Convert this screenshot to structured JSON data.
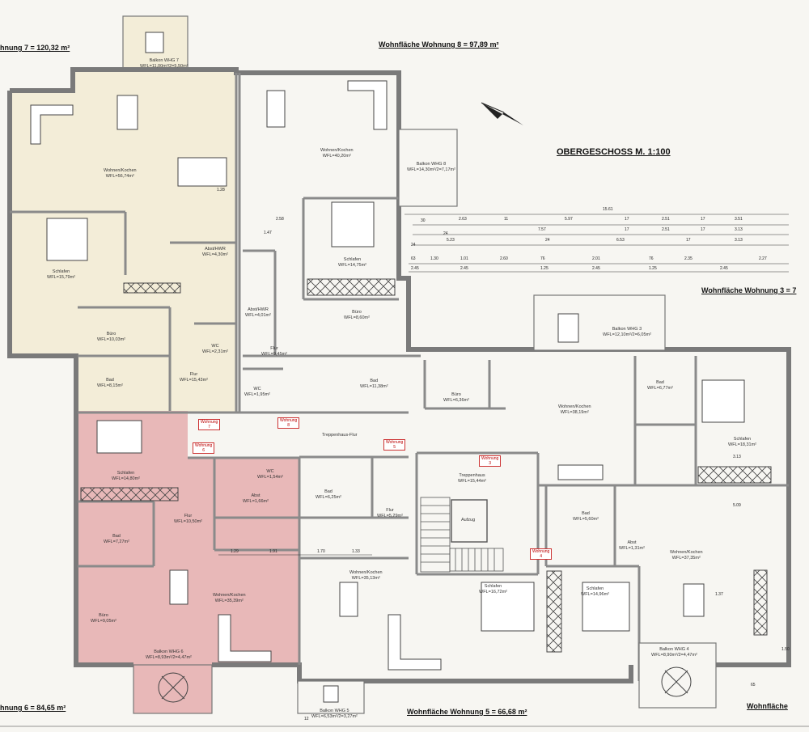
{
  "plan_title": "OBERGESCHOSS  M. 1:100",
  "unit_headings": {
    "w7": "hnung 7 = 120,32 m²",
    "w8": "Wohnfläche Wohnung 8 = 97,89 m²",
    "w3": "Wohnfläche Wohnung 3 = 7",
    "w6": "hnung 6 = 84,65 m²",
    "w5": "Wohnfläche Wohnung 5 = 66,68 m²",
    "w4": "Wohnfläche"
  },
  "rooms": {
    "w7_wohnen": [
      "Wohnen/Kochen",
      "WFL=56,74m²"
    ],
    "w7_schlafen": [
      "Schlafen",
      "WFL=15,79m²"
    ],
    "w7_abst": [
      "Abst/HWR",
      "WFL=4,30m²"
    ],
    "w7_buero": [
      "Büro",
      "WFL=10,03m²"
    ],
    "w7_wc": [
      "WC",
      "WFL=2,31m²"
    ],
    "w7_bad": [
      "Bad",
      "WFL=8,15m²"
    ],
    "w7_flur": [
      "Flur",
      "WFL=15,43m²"
    ],
    "w7_balkon": [
      "Balkon WHG 7",
      "WFL=11,00m²/2=5,50m²"
    ],
    "w8_wohnen": [
      "Wohnen/Kochen",
      "WFL=40,20m²"
    ],
    "w8_balkon": [
      "Balkon WHG 8",
      "WFL=14,30m²/2=7,17m²"
    ],
    "w8_schlafen": [
      "Schlafen",
      "WFL=14,75m²"
    ],
    "w8_abst": [
      "Abst/HWR",
      "WFL=4,01m²"
    ],
    "w8_buero": [
      "Büro",
      "WFL=8,60m²"
    ],
    "w8_flur": [
      "Flur",
      "WFL=9,45m²"
    ],
    "w8_wc": [
      "WC",
      "WFL=1,95m²"
    ],
    "w8_bad": [
      "Bad",
      "WFL=11,38m²"
    ],
    "treppenhaus_flur": [
      "Treppenhaus-Flur"
    ],
    "treppenhaus": [
      "Treppenhaus",
      "WFL=15,44m²"
    ],
    "aufzug": [
      "Aufzug"
    ],
    "w3_balkon": [
      "Balkon WHG 3",
      "WFL=12,10m²/2=6,05m²"
    ],
    "w3_buero": [
      "Büro",
      "WFL=6,36m²"
    ],
    "w3_wohnen": [
      "Wohnen/Kochen",
      "WFL=38,19m²"
    ],
    "w3_bad": [
      "Bad",
      "WFL=6,77m²"
    ],
    "w3_schlafen": [
      "Schlafen",
      "WFL=18,31m²"
    ],
    "w6_schlafen": [
      "Schlafen",
      "WFL=14,80m²"
    ],
    "w6_wc": [
      "WC",
      "WFL=1,54m²"
    ],
    "w6_abst": [
      "Abst",
      "WFL=1,66m²"
    ],
    "w6_flur": [
      "Flur",
      "WFL=10,50m²"
    ],
    "w6_bad": [
      "Bad",
      "WFL=7,27m²"
    ],
    "w6_buero": [
      "Büro",
      "WFL=9,05m²"
    ],
    "w6_wohnen": [
      "Wohnen/Kochen",
      "WFL=35,39m²"
    ],
    "w6_balkon": [
      "Balkon WHG 6",
      "WFL=8,93m²/2=4,47m²"
    ],
    "w5_bad": [
      "Bad",
      "WFL=6,25m²"
    ],
    "w5_flur": [
      "Flur",
      "WFL=5,29m²"
    ],
    "w5_wohnen": [
      "Wohnen/Kochen",
      "WFL=35,13m²"
    ],
    "w5_schlafen": [
      "Schlafen",
      "WFL=16,72m²"
    ],
    "w5_balkon": [
      "Balkon WHG 5",
      "WFL=6,53m²/2=3,27m²"
    ],
    "w4_bad": [
      "Bad",
      "WFL=5,60m²"
    ],
    "w4_abst": [
      "Abst",
      "WFL=1,31m²"
    ],
    "w4_wohnen": [
      "Wohnen/Kochen",
      "WFL=37,35m²"
    ],
    "w4_schlafen": [
      "Schlafen",
      "WFL=14,96m²"
    ],
    "w4_balkon": [
      "Balkon WHG 4",
      "WFL=8,90m²/2=4,47m²"
    ]
  },
  "door_tags": {
    "t7": [
      "Wohnung",
      "7"
    ],
    "t8": [
      "Wohnung",
      "8"
    ],
    "t6": [
      "Wohnung",
      "6"
    ],
    "t5": [
      "Wohnung",
      "5"
    ],
    "t3": [
      "Wohnung",
      "3"
    ],
    "t4": [
      "Wohnung",
      "4"
    ]
  },
  "dimensions": {
    "r1": [
      "15.61"
    ],
    "r2": [
      "2.63",
      "11",
      "5.97",
      "17",
      "2.51",
      "17",
      "3.51"
    ],
    "r3": [
      "7.57",
      "17",
      "2.51",
      "17",
      "3.13"
    ],
    "r4": [
      "5.23",
      "24",
      "6.53",
      "17",
      "3.13"
    ],
    "r5": [
      "63",
      "1.30",
      "1.01",
      "2.60",
      "76",
      "2.01",
      "76",
      "2.35",
      "2.27"
    ],
    "r6": [
      "2.45",
      "2.45",
      "1.25",
      "2.45",
      "1.25",
      "2.45"
    ],
    "w6": [
      "1.29",
      "1.91",
      "1.70",
      "1.33"
    ],
    "misc": [
      "30",
      "24",
      "24",
      "1.28",
      "2.58",
      "1.47",
      "5.09",
      "3.13",
      "1.37",
      "1.50",
      "65",
      "12"
    ]
  },
  "colors": {
    "unit6_fill": "#e8b8b8",
    "unit7_fill": "#f3edd8",
    "wall": "#7a7a7a",
    "door_tag": "#cc3333"
  }
}
